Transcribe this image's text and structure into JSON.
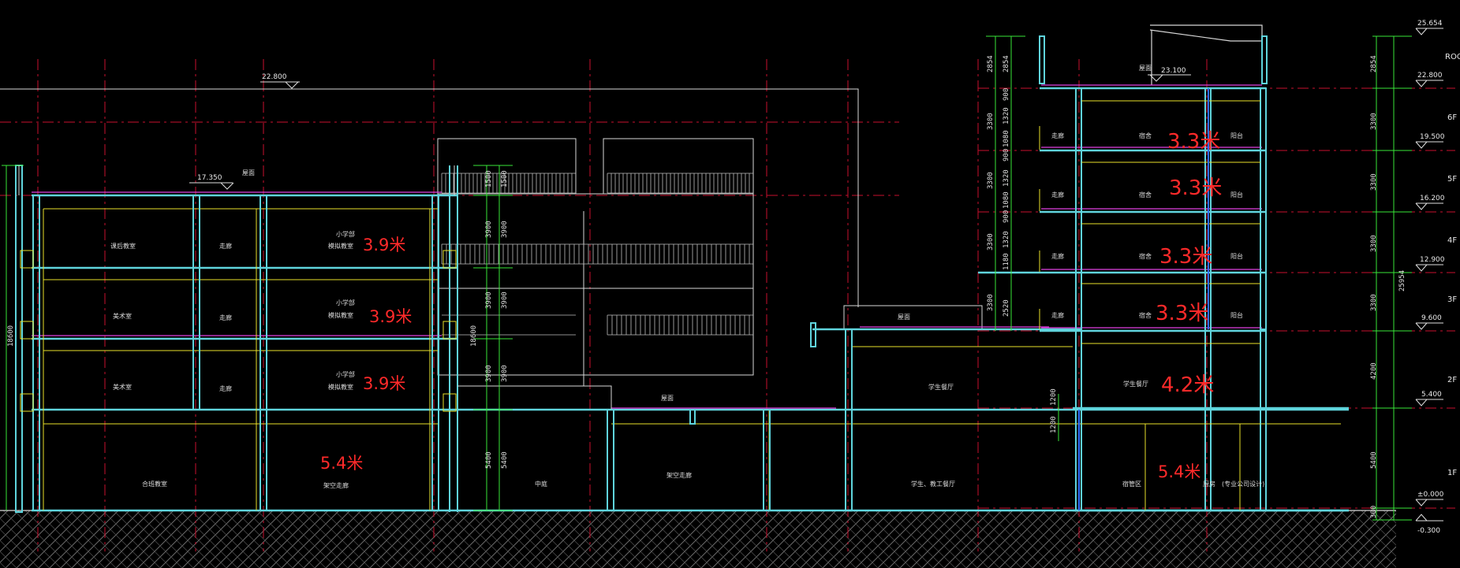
{
  "elevations": {
    "left_roof": "22.800",
    "left_parapet": "17.350",
    "right_roof": "23.100",
    "scale_top": "25.654",
    "scale_roof": "22.800",
    "scale_6f": "19.500",
    "scale_5f": "16.200",
    "scale_4f": "12.900",
    "scale_3f": "9.600",
    "scale_2f": "5.400",
    "scale_1f": "±0.000",
    "scale_ground": "-0.300"
  },
  "floor_labels": {
    "roof": "ROOF",
    "f6": "6F",
    "f5": "5F",
    "f4": "4F",
    "f3": "3F",
    "f2": "2F",
    "f1": "1F"
  },
  "floor_heights": {
    "left_upper": "3.9米",
    "left_middle": "3.9米",
    "left_lower": "3.9米",
    "left_ground": "5.4米",
    "right_6f": "3.3米",
    "right_5f": "3.3米",
    "right_4f": "3.3米",
    "right_3f": "3.3米",
    "right_2f": "4.2米",
    "right_ground": "5.4米"
  },
  "rooms": {
    "a_top_left": "课后教室",
    "a_top_corr": "走廊",
    "a_top_right_1": "小学部",
    "a_top_right_2": "模拟教室",
    "a_mid_left": "美术室",
    "a_mid_corr": "走廊",
    "a_mid_right_1": "小学部",
    "a_mid_right_2": "模拟教室",
    "a_low_left": "美术室",
    "a_low_corr": "走廊",
    "a_low_right_1": "小学部",
    "a_low_right_2": "模拟教室",
    "a_ground_left": "合班教室",
    "a_ground_right": "架空走廊",
    "left_roof_tag": "屋面",
    "mid_roof_tag": "屋面",
    "mid_ground_1": "中庭",
    "mid_ground_2": "架空走廊",
    "hall_roof_tag": "屋面",
    "hall_upper": "学生餐厅",
    "hall_lower": "学生、教工餐厅",
    "d_roof_tag": "屋面",
    "d_6f_1": "走廊",
    "d_6f_2": "宿舍",
    "d_6f_3": "阳台",
    "d_5f_1": "走廊",
    "d_5f_2": "宿舍",
    "d_5f_3": "阳台",
    "d_4f_1": "走廊",
    "d_4f_2": "宿舍",
    "d_4f_3": "阳台",
    "d_3f_1": "走廊",
    "d_3f_2": "宿舍",
    "d_3f_3": "阳台",
    "d_2f": "学生餐厅",
    "d_1f_1": "宿管区",
    "d_1f_2": "厨房",
    "d_1f_3": "(专业公司设计)"
  },
  "dimensions": {
    "left_total": "18600",
    "mid_total": "18600",
    "mid_top_a": "1500",
    "mid_top_b": "1500",
    "mid_f3_a": "3900",
    "mid_f3_b": "3900",
    "mid_f2_a": "3900",
    "mid_f2_b": "3900",
    "mid_f1_a": "3900",
    "mid_f1_b": "3900",
    "mid_f0_a": "5400",
    "mid_f0_b": "5400",
    "d_top_a": "2854",
    "d_top_b": "2854",
    "d_6f_a": "3300",
    "d_6f_b1": "900",
    "d_6f_b2": "1320",
    "d_6f_b3": "1080",
    "d_5f_a": "3300",
    "d_5f_b1": "900",
    "d_5f_b2": "1320",
    "d_5f_b3": "1080",
    "d_4f_a": "3300",
    "d_4f_b1": "900",
    "d_4f_b2": "1320",
    "d_4f_b3": "1180",
    "d_3f_a": "3300",
    "d_3f_b1": "2520",
    "d_2f_b": "1200",
    "d_1f_b": "1200",
    "r_top": "2854",
    "r_6f": "3300",
    "r_5f": "3300",
    "r_4f": "3300",
    "r_3f": "3300",
    "r_2f": "4200",
    "r_1f": "5400",
    "r_ground": "300",
    "r_total": "25954"
  },
  "colors": {
    "background": "#000000",
    "axis": "#c8102e",
    "wall": "#5fd4dc",
    "floor": "#e8e02a",
    "dimension": "#39e639",
    "slab_top": "#e040e0",
    "outline": "#d8d8d8",
    "annotation": "#ff2a2a"
  }
}
